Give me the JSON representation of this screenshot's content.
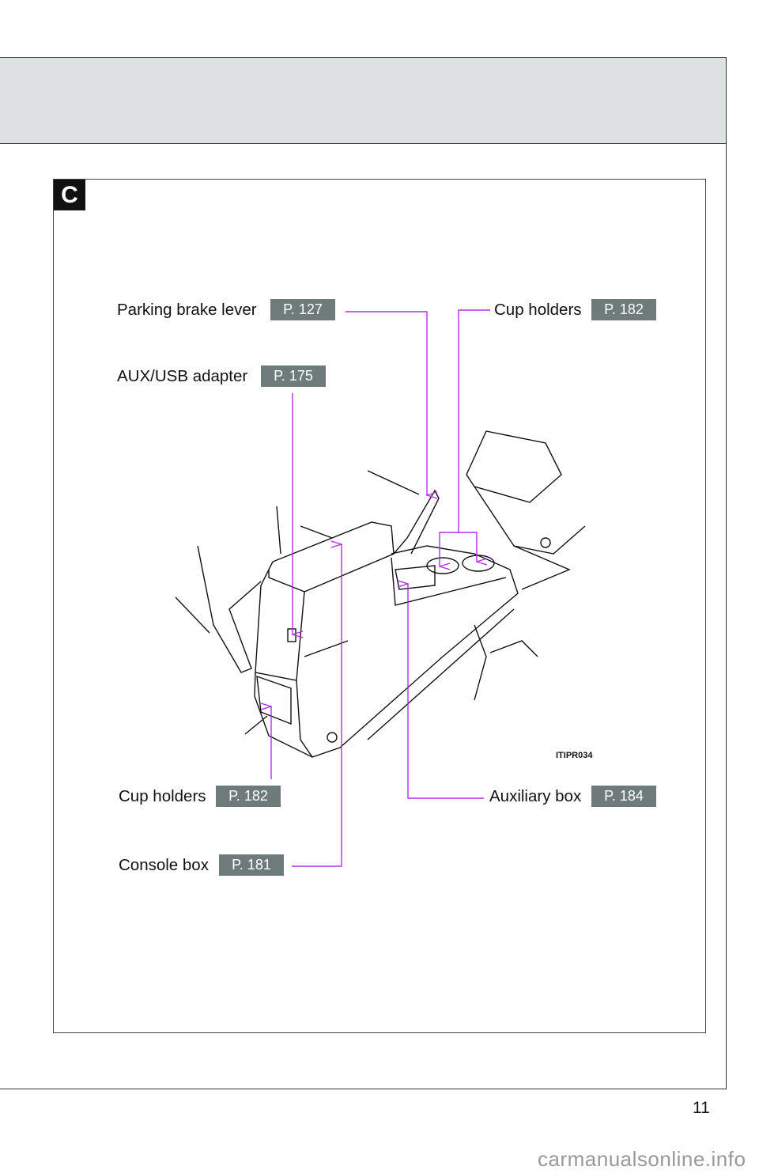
{
  "section_letter": "C",
  "callouts": [
    {
      "label": "Parking brake lever",
      "page": "P. 127"
    },
    {
      "label": "AUX/USB adapter",
      "page": "P. 175"
    },
    {
      "label": "Cup holders",
      "page": "P. 182"
    },
    {
      "label": "Cup holders",
      "page": "P. 182"
    },
    {
      "label": "Auxiliary box",
      "page": "P. 184"
    },
    {
      "label": "Console box",
      "page": "P. 181"
    }
  ],
  "illustration_code": "ITIPR034",
  "page_number": "11",
  "watermark": "carmanualsonline.info",
  "colors": {
    "header_band": "#dde1e1",
    "badge": "#6e7b7a",
    "leader": "#b030e8"
  }
}
